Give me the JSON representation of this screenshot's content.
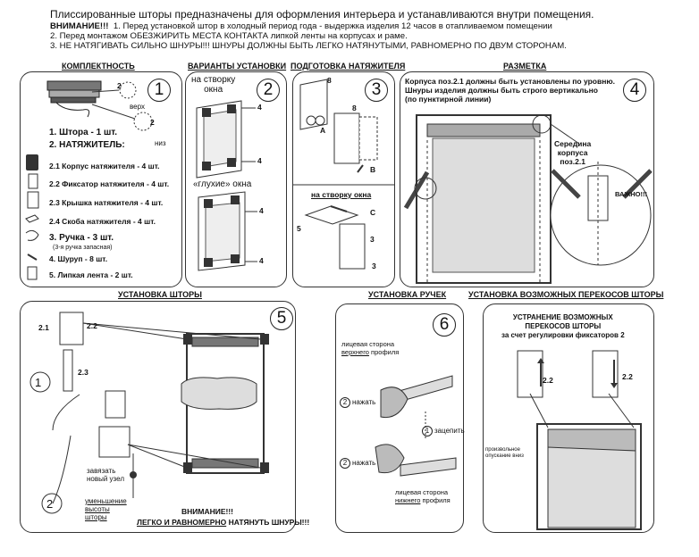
{
  "header": {
    "line1": "Плиссированные шторы предназначены для оформления интерьера и устанавливаются внутри помещения.",
    "attention": "ВНИМАНИЕ!!!",
    "item1": "1. Перед установкой штор в холодный период года - выдержка изделия 12 часов в отапливаемом помещении",
    "item2": "2. Перед монтажом ОБЕЗЖИРИТЬ МЕСТА КОНТАКТА липкой ленты на корпусах и раме.",
    "item3": "3. НЕ НАТЯГИВАТЬ СИЛЬНО ШНУРЫ!!! ШНУРЫ ДОЛЖНЫ БЫТЬ ЛЕГКО НАТЯНУТЫМИ, РАВНОМЕРНО ПО ДВУМ СТОРОНАМ."
  },
  "sections": {
    "kit": "КОМПЛЕКТНОСТЬ",
    "variants": "ВАРИАНТЫ УСТАНОВКИ",
    "prep": "ПОДГОТОВКА НАТЯЖИТЕЛЯ",
    "marking": "РАЗМЕТКА",
    "install": "УСТАНОВКА ШТОРЫ",
    "handles": "УСТАНОВКА РУЧЕК",
    "skew": "УСТАНОВКА ВОЗМОЖНЫХ ПЕРЕКОСОВ ШТОРЫ"
  },
  "numbers": [
    "1",
    "2",
    "3",
    "4",
    "5",
    "6"
  ],
  "kit": {
    "top": "верх",
    "bottom": "низ",
    "n2a": "2",
    "n2b": "2",
    "i1": "1. Штора - 1 шт.",
    "i2": "2. НАТЯЖИТЕЛЬ:",
    "i21": "2.1 Корпус натяжителя - 4 шт.",
    "i22": "2.2 Фиксатор натяжителя - 4 шт.",
    "i23": "2.3 Крышка натяжителя - 4 шт.",
    "i24": "2.4 Скоба натяжителя - 4 шт.",
    "i3": "3. Ручка - 3 шт.",
    "i3note": "(3-я ручка запасная)",
    "i4": "4. Шуруп - 8 шт.",
    "i5": "5. Липкая лента - 2 шт."
  },
  "variants": {
    "sash": "на створку\nокна",
    "blind": "«глухие» окна",
    "n4a": "4",
    "n4b": "4",
    "n4c": "4",
    "n4d": "4"
  },
  "prep": {
    "n8a": "8",
    "n8b": "8",
    "a": "A",
    "b": "B",
    "c": "C",
    "n5": "5",
    "n3a": "3",
    "n3b": "3",
    "sash": "на створку окна"
  },
  "marking": {
    "note": "Корпуса поз.2.1 должны быть установлены по уровню.\nШнуры изделия должны быть строго вертикально\n(по пунктирной линии)",
    "middle": "Середина\nкорпуса\nпоз.2.1",
    "important": "ВАЖНО!!!"
  },
  "install": {
    "c1": "1",
    "c2": "2",
    "l21": "2.1",
    "l22": "2.2",
    "l23": "2.3",
    "tie": "завязать\nновый узел",
    "reduce": "уменьшение\nвысоты\nшторы",
    "warn1": "ВНИМАНИЕ!!!",
    "warn2a": "ЛЕГКО И РАВНОМЕРНО",
    "warn2b": " НАТЯНУТЬ ШНУРЫ!!!"
  },
  "handles": {
    "upperA": "лицевая сторона",
    "upperB": "верхнего",
    "upperC": " профиля",
    "press": "нажать",
    "c2": "2",
    "c1": "1",
    "hook": "зацепить",
    "lowerA": "лицевая сторона",
    "lowerB": "нижнего",
    "lowerC": " профиля"
  },
  "skew": {
    "title": "УСТРАНЕНИЕ ВОЗМОЖНЫХ\nПЕРЕКОСОВ ШТОРЫ\nза счет регулировки фиксаторов 2",
    "l22a": "2.2",
    "l22b": "2.2",
    "drop": "произвольное\nопускание вниз"
  }
}
